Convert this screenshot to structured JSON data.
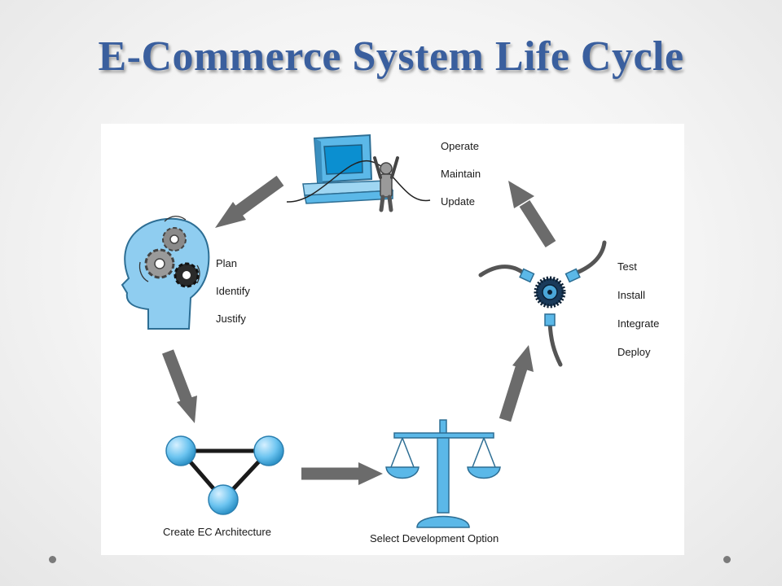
{
  "title": "E-Commerce System Life Cycle",
  "stages": {
    "operate": {
      "labels": [
        "Operate",
        "Maintain",
        "Update"
      ],
      "icon": "computer-user-icon"
    },
    "plan": {
      "labels": [
        "Plan",
        "Identify",
        "Justify"
      ],
      "icon": "head-gears-icon"
    },
    "architecture": {
      "labels": [
        "Create EC Architecture"
      ],
      "icon": "network-triangle-icon"
    },
    "development": {
      "labels": [
        "Select Development Option"
      ],
      "icon": "balance-scale-icon"
    },
    "deploy": {
      "labels": [
        "Test",
        "Install",
        "Integrate",
        "Deploy"
      ],
      "icon": "connector-hub-icon"
    }
  },
  "colors": {
    "title": "#3a5f9e",
    "accent": "#5bb8e8",
    "arrow": "#6b6b6b"
  }
}
